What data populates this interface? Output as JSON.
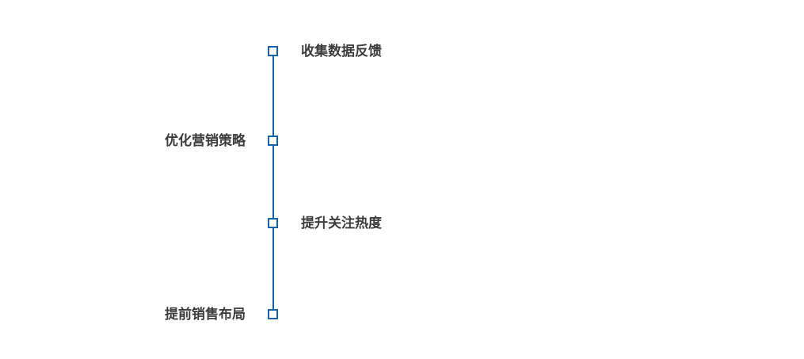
{
  "diagram": {
    "type": "vertical-timeline",
    "accent_color": "#1862ac",
    "label_color": "#3c3c3c",
    "nodes": [
      {
        "label": "收集数据反馈",
        "side": "right"
      },
      {
        "label": "优化营销策略",
        "side": "left"
      },
      {
        "label": "提升关注热度",
        "side": "right"
      },
      {
        "label": "提前销售布局",
        "side": "left"
      }
    ]
  }
}
